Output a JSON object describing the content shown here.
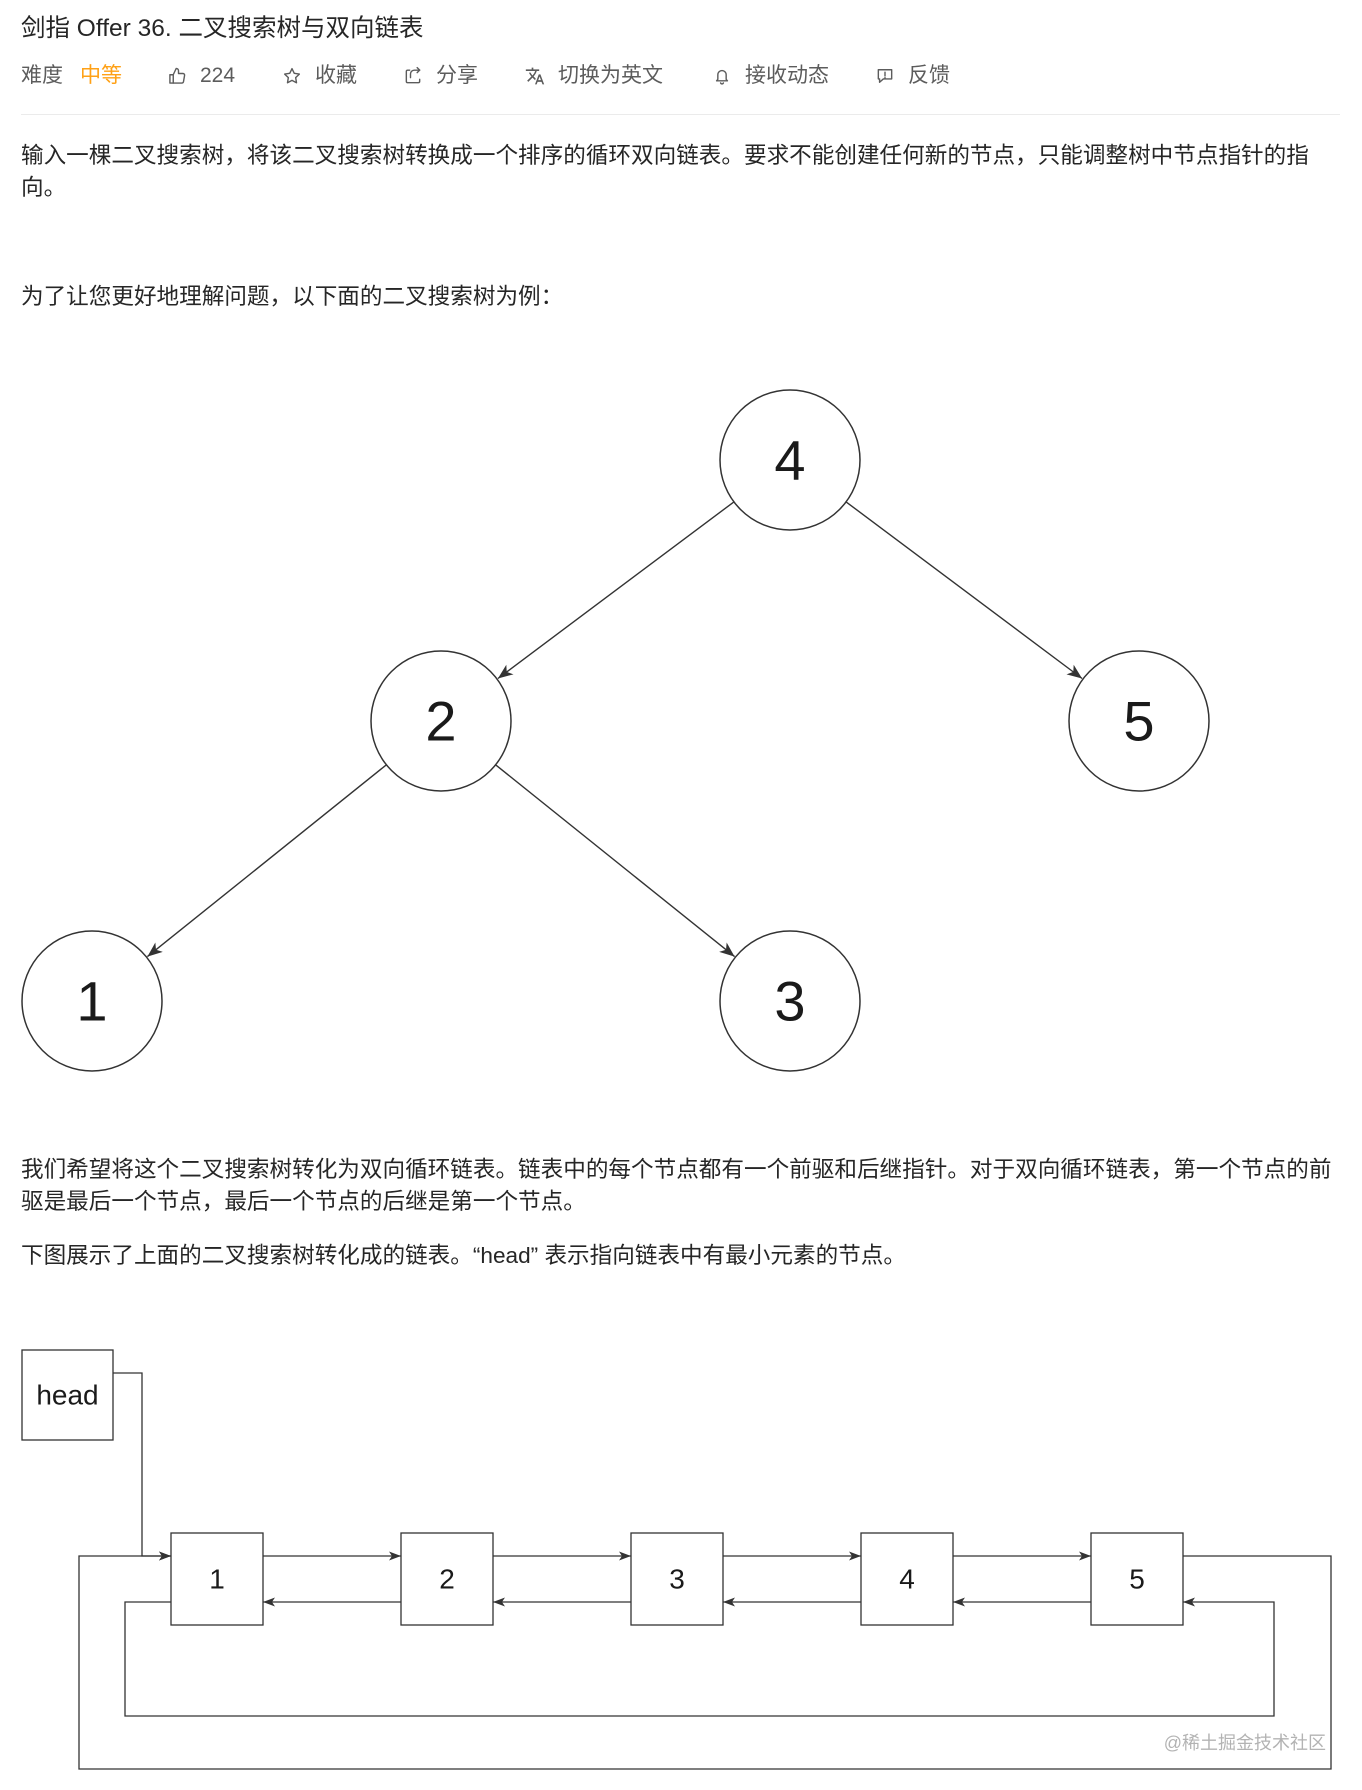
{
  "problem": {
    "title": "剑指 Offer 36. 二叉搜索树与双向链表",
    "difficulty_label": "难度",
    "difficulty": "中等",
    "likes": "224",
    "favorite_label": "收藏",
    "share_label": "分享",
    "translate_label": "切换为英文",
    "subscribe_label": "接收动态",
    "feedback_label": "反馈"
  },
  "icons": {
    "like": "thumbs-up-icon",
    "favorite": "star-icon",
    "share": "share-icon",
    "translate": "translate-icon",
    "subscribe": "bell-icon",
    "feedback": "feedback-icon"
  },
  "colors": {
    "text": "#262626",
    "muted": "#5c5c5c",
    "difficulty_medium": "#ffa116",
    "divider": "#ebebeb",
    "diagram_stroke": "#333333",
    "watermark": "#b3b3b3"
  },
  "description": {
    "paragraphs": [
      "输入一棵二叉搜索树，将该二叉搜索树转换成一个排序的循环双向链表。要求不能创建任何新的节点，只能调整树中节点指针的指向。",
      "为了让您更好地理解问题，以下面的二叉搜索树为例：",
      "我们希望将这个二叉搜索树转化为双向循环链表。链表中的每个节点都有一个前驱和后继指针。对于双向循环链表，第一个节点的前驱是最后一个节点，最后一个节点的后继是第一个节点。",
      "下图展示了上面的二叉搜索树转化成的链表。“head” 表示指向链表中有最小元素的节点。"
    ]
  },
  "tree": {
    "value": "4",
    "left": {
      "value": "2",
      "left": {
        "value": "1"
      },
      "right": {
        "value": "3"
      }
    },
    "right": {
      "value": "5"
    }
  },
  "linked_list": {
    "head_label": "head",
    "nodes": [
      "1",
      "2",
      "3",
      "4",
      "5"
    ]
  },
  "watermark": "@稀土掘金技术社区"
}
